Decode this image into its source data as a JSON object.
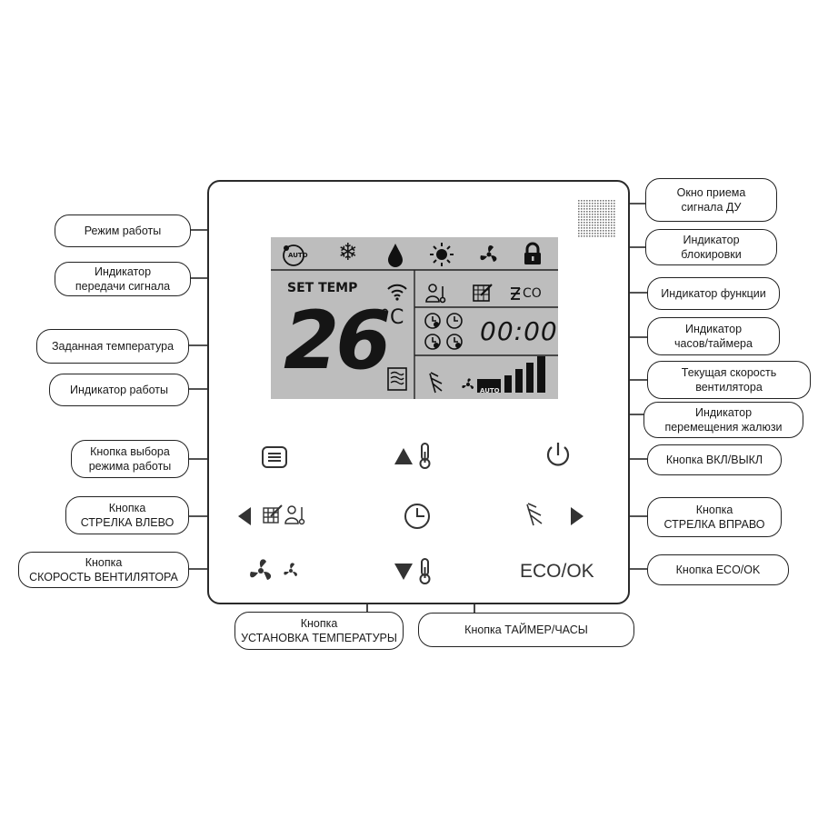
{
  "lcd": {
    "set_temp_label": "SET TEMP",
    "temperature": "26",
    "degree_unit": "°C",
    "clock": "00:00",
    "auto_badge": "AUTO",
    "eco_badge": "CO",
    "fan_auto_badge": "AUTO"
  },
  "buttons": {
    "eco_ok_label": "ECO/OK"
  },
  "callouts": {
    "remote_window": "Окно приема\nсигнала ДУ",
    "mode": "Режим работы",
    "lock": "Индикатор\nблокировки",
    "signal": "Индикатор\nпередачи сигнала",
    "function": "Индикатор функции",
    "clock_timer": "Индикатор\nчасов/таймера",
    "set_temp": "Заданная температура",
    "fan_speed_ind": "Текущая скорость\nвентилятора",
    "operation": "Индикатор работы",
    "louver": "Индикатор\nперемещения жалюзи",
    "mode_button": "Кнопка выбора\nрежима работы",
    "power_button": "Кнопка ВКЛ/ВЫКЛ",
    "left_button": "Кнопка\nСТРЕЛКА ВЛЕВО",
    "right_button": "Кнопка\nСТРЕЛКА ВПРАВО",
    "fan_button": "Кнопка\nСКОРОСТЬ ВЕНТИЛЯТОРА",
    "eco_button": "Кнопка ECO/OK",
    "temp_button": "Кнопка\nУСТАНОВКА ТЕМПЕРАТУРЫ",
    "timer_button": "Кнопка ТАЙМЕР/ЧАСЫ"
  },
  "icons": [
    "auto-mode-icon",
    "snowflake-icon",
    "drop-icon",
    "sun-icon",
    "fan-icon",
    "lock-icon",
    "wifi-signal-icon",
    "person-heat-icon",
    "filter-icon",
    "eco-icon",
    "timer-icons",
    "operation-icon",
    "louver-icon",
    "fan-speed-bars-icon",
    "menu-icon",
    "power-icon",
    "clock-icon",
    "arrow-left-icon",
    "arrow-right-icon",
    "arrow-up-icon",
    "arrow-down-icon",
    "thermometer-icon"
  ],
  "colors": {
    "lcd_bg": "#bdbdbd",
    "ink": "#1a1a1a"
  }
}
